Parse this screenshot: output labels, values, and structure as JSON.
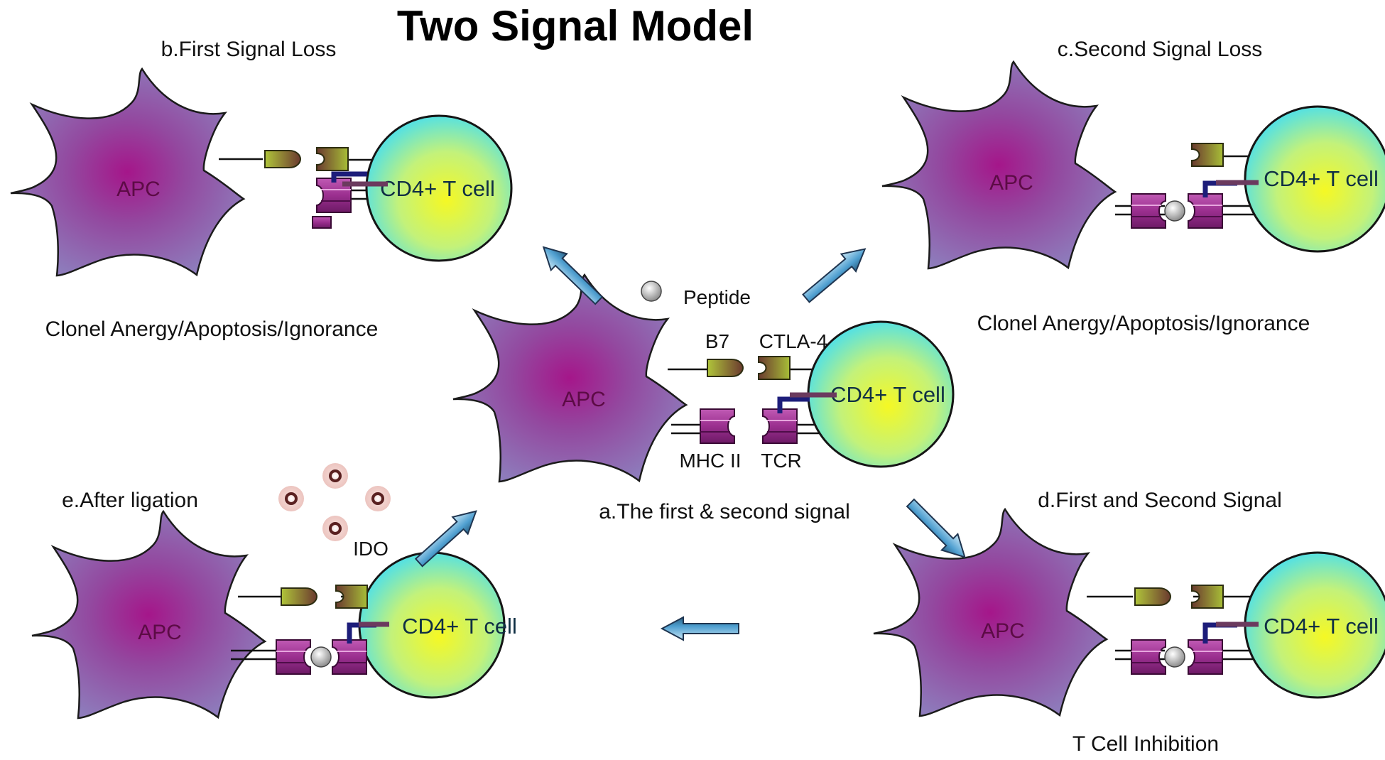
{
  "title": "Two Signal Model",
  "panels": {
    "a": {
      "caption": "a.The first & second signal",
      "apc": "APC",
      "tcell": "CD4+ T cell",
      "labels": {
        "b7": "B7",
        "ctla4": "CTLA-4",
        "mhc": "MHC II",
        "tcr": "TCR"
      }
    },
    "b": {
      "title": "b.First Signal Loss",
      "apc": "APC",
      "tcell": "CD4+ T cell",
      "outcome": "Clonel Anergy/Apoptosis/Ignorance"
    },
    "c": {
      "title": "c.Second Signal Loss",
      "apc": "APC",
      "tcell": "CD4+ T cell",
      "outcome": "Clonel Anergy/Apoptosis/Ignorance"
    },
    "d": {
      "title": "d.First and Second Signal",
      "apc": "APC",
      "tcell": "CD4+ T cell",
      "outcome": "T Cell Inhibition"
    },
    "e": {
      "title": "e.After ligation",
      "apc": "APC",
      "tcell": "CD4+ T cell",
      "ido": "IDO"
    }
  },
  "legend": {
    "peptide": "Peptide"
  },
  "colors": {
    "apc_fill": "#9078b8",
    "apc_center": "#a0208a",
    "tcell_edge": "#58e2e2",
    "tcell_center": "#f4f72a",
    "receptor": "#9a3b8f",
    "b7": "#6a7d28",
    "arrow": "#4f9fd0"
  }
}
